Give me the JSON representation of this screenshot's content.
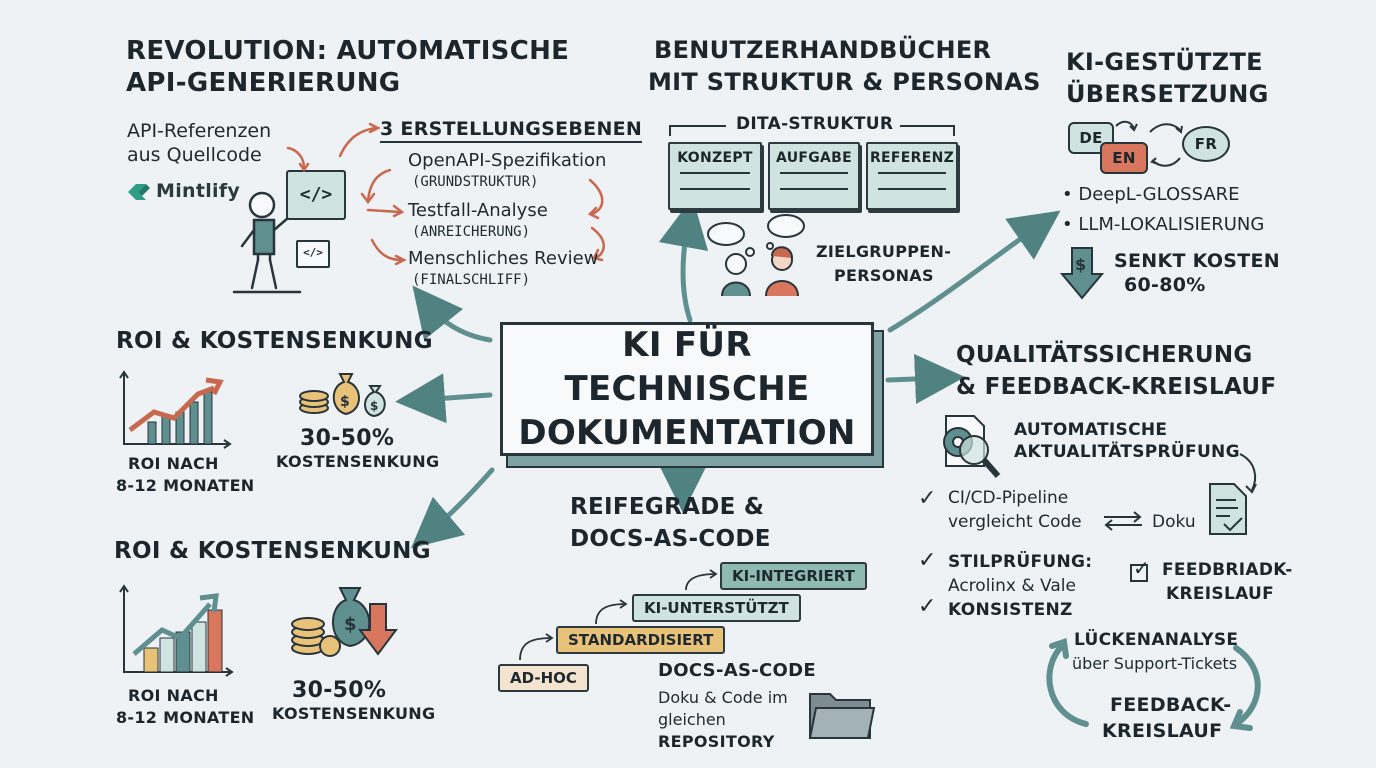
{
  "center": {
    "line1": "KI FÜR TECHNISCHE",
    "line2": "DOKUMENTATION"
  },
  "api": {
    "title_line1": "REVOLUTION: AUTOMATISCHE",
    "title_line2": "API-GENERIERUNG",
    "ref_line1": "API-Referenzen",
    "ref_line2": "aus Quellcode",
    "brand": "Mintlify",
    "levels_title": "3 ERSTELLUNGSEBENEN",
    "levels": [
      {
        "label": "OpenAPI-Spezifikation",
        "sub": "(GRUNDSTRUKTUR)"
      },
      {
        "label": "Testfall-Analyse",
        "sub": "(ANREICHERUNG)"
      },
      {
        "label": "Menschliches Review",
        "sub": "(FINALSCHLIFF)"
      }
    ],
    "code_glyph": "</>"
  },
  "manuals": {
    "title_line1": "BENUTZERHANDBÜCHER",
    "title_line2": "MIT STRUKTUR & PERSONAS",
    "dita_label": "DITA-STRUKTUR",
    "topics": [
      "KONZEPT",
      "AUFGABE",
      "REFERENZ"
    ],
    "personas_line1": "ZIELGRUPPEN-",
    "personas_line2": "PERSONAS"
  },
  "translation": {
    "title_line1": "KI-GESTÜTZTE",
    "title_line2": "ÜBERSETZUNG",
    "langs": [
      "DE",
      "EN",
      "FR"
    ],
    "bullets": [
      "DeepL-GLOSSARE",
      "LLM-LOKALISIERUNG"
    ],
    "savings_line1": "SENKT KOSTEN",
    "savings_line2": "60-80%",
    "dollar": "$"
  },
  "roi_top": {
    "title": "ROI & KOSTENSENKUNG",
    "roi_line1": "ROI NACH",
    "roi_line2": "8-12 MONATEN",
    "cost_line1": "30-50%",
    "cost_line2": "KOSTENSENKUNG",
    "dollar": "$"
  },
  "roi_bottom": {
    "title": "ROI & KOSTENSENKUNG",
    "roi_line1": "ROI NACH",
    "roi_line2": "8-12 MONATEN",
    "cost_line1": "30-50%",
    "cost_line2": "KOSTENSENKUNG",
    "dollar": "$"
  },
  "maturity": {
    "title_line1": "REIFEGRADE &",
    "title_line2": "DOCS-AS-CODE",
    "steps": [
      "AD-HOC",
      "STANDARDISIERT",
      "KI-UNTERSTÜTZT",
      "KI-INTEGRIERT"
    ],
    "docs_title": "DOCS-AS-CODE",
    "docs_line1": "Doku & Code im",
    "docs_line2": "gleichen",
    "docs_line3": "REPOSITORY"
  },
  "quality": {
    "title_line1": "QUALITÄTSSICHERUNG",
    "title_line2": "& FEEDBACK-KREISLAUF",
    "check_line1": "AUTOMATISCHE",
    "check_line2": "AKTUALITÄTSPRÜFUNG",
    "cicd_line1": "CI/CD-Pipeline",
    "cicd_line2": "vergleicht Code",
    "doku": "Doku",
    "style_line1": "STILPRÜFUNG:",
    "style_line2": "Acrolinx & Vale",
    "style_line3": "KONSISTENZ",
    "fb_line1": "FEEDBRIADK-",
    "fb_line2": "KREISLAUF",
    "gap_line1": "LÜCKENANALYSE",
    "gap_line2": "über Support-Tickets",
    "loop_line1": "FEEDBACK-",
    "loop_line2": "KREISLAUF"
  },
  "colors": {
    "teal": "#5f8f8e",
    "teal_light": "#cfe3e0",
    "salmon": "#d9775e",
    "mustard": "#e9c27a",
    "background": "#eef2f5",
    "ink": "#28353b"
  }
}
